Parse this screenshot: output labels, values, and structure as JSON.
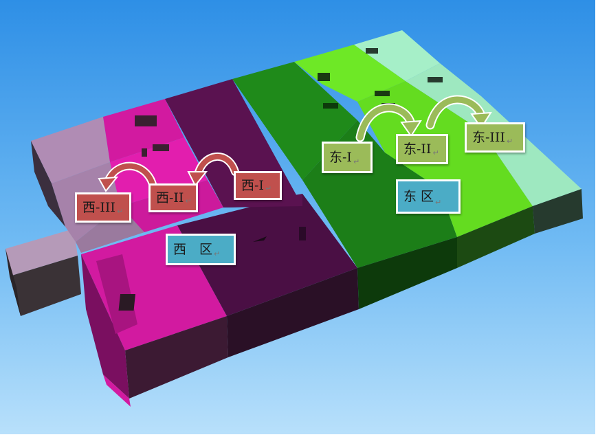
{
  "colors": {
    "sky_top": "#2e8fe6",
    "sky_bottom": "#b8e0fb",
    "west_sub_label": "#c0504d",
    "east_sub_label": "#9bbb59",
    "zone_label": "#4bacc6",
    "west_arrow": "#c0504d",
    "east_arrow": "#9bbb59",
    "magenta": "#d21aa0",
    "dark_purple": "#5a1250",
    "mauve": "#b08cb4",
    "dark_green": "#1f8a1a",
    "lime": "#6ee826",
    "mint": "#a6efc8"
  },
  "labels": {
    "west_3": "西-III",
    "west_2": "西-II",
    "west_1": "西-I",
    "west_zone": "西　区",
    "east_1": "东-I",
    "east_2": "东-II",
    "east_3": "东-III",
    "east_zone": "东 区",
    "return_mark": "↵"
  }
}
